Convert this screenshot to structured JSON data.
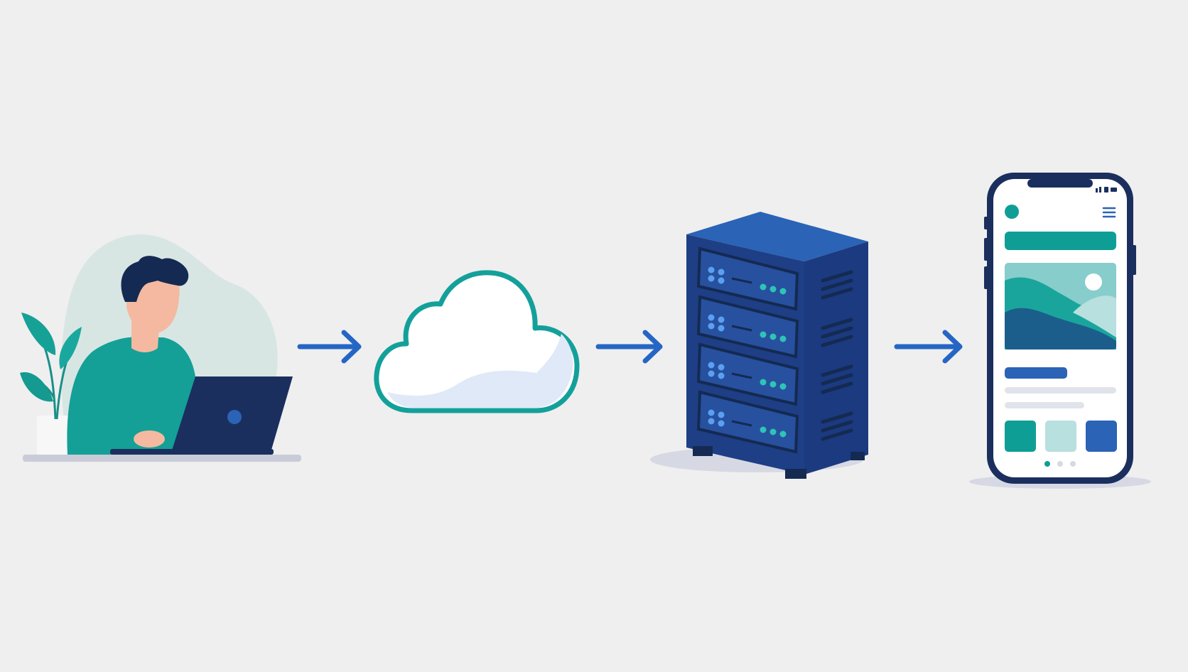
{
  "diagram": {
    "nodes": [
      {
        "id": "developer",
        "icon": "developer-at-laptop-icon"
      },
      {
        "id": "cloud",
        "icon": "cloud-icon"
      },
      {
        "id": "server",
        "icon": "server-rack-icon"
      },
      {
        "id": "mobile",
        "icon": "smartphone-app-icon"
      }
    ],
    "edges": [
      {
        "from": "developer",
        "to": "cloud"
      },
      {
        "from": "cloud",
        "to": "server"
      },
      {
        "from": "server",
        "to": "mobile"
      }
    ]
  },
  "colors": {
    "background": "#efefef",
    "teal": "#0f9e96",
    "navy": "#1b2f5e",
    "blue": "#2b63b6",
    "arrow": "#2566c4",
    "skin": "#f4b9a0",
    "cloud_outline": "#14a09a",
    "cloud_fill": "#ffffff"
  },
  "mobile_app": {
    "thumbnails": [
      "teal",
      "light-teal",
      "blue"
    ],
    "carousel_dots": 3,
    "active_dot": 0
  }
}
